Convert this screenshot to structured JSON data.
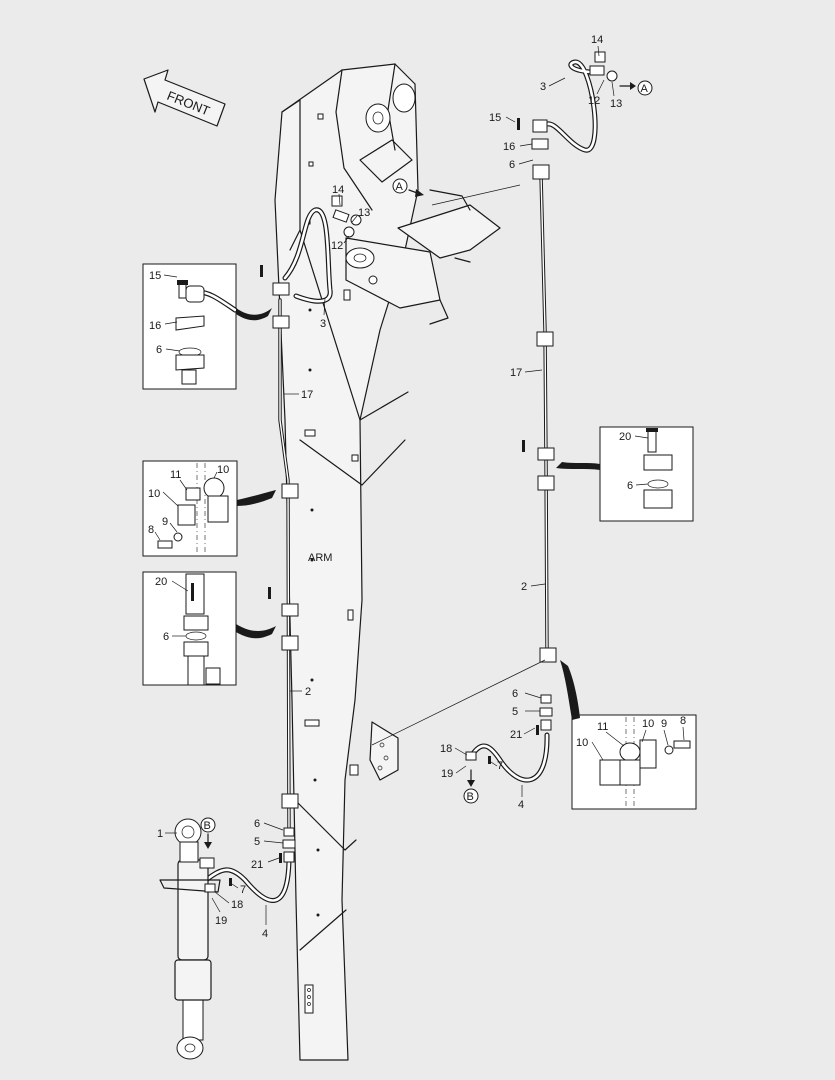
{
  "diagram": {
    "direction_label": "FRONT",
    "arm_label": "ARM",
    "refs": {
      "a": "A",
      "b": "B"
    },
    "part_numbers": {
      "p1": "1",
      "p2": "2",
      "p3": "3",
      "p4": "4",
      "p5": "5",
      "p6": "6",
      "p7": "7",
      "p8": "8",
      "p9": "9",
      "p10": "10",
      "p11": "11",
      "p12": "12",
      "p13": "13",
      "p14": "14",
      "p15": "15",
      "p16": "16",
      "p17": "17",
      "p18": "18",
      "p19": "19",
      "p20": "20",
      "p21": "21"
    }
  }
}
